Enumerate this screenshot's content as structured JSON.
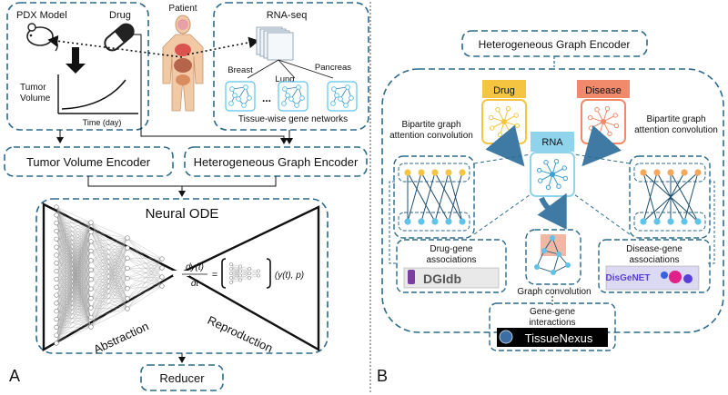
{
  "panel_a": {
    "label": "A",
    "pdx_model": "PDX Model",
    "drug": "Drug",
    "patient": "Patient",
    "rna_seq": "RNA-seq",
    "tissues": {
      "breast": "Breast",
      "lung": "Lung",
      "pancreas": "Pancreas",
      "dots": "..."
    },
    "tissue_networks": "Tissue-wise gene networks",
    "tumor_volume": [
      "Tumor",
      "Volume"
    ],
    "time_axis": "Time (day)",
    "tumor_volume_encoder": "Tumor Volume Encoder",
    "hetero_graph_encoder": "Heterogeneous Graph Encoder",
    "neural_ode": "Neural ODE",
    "abstraction": "Abstraction",
    "reproduction": "Reproduction",
    "equation": {
      "numerator": "dy(t)",
      "denominator": "dt",
      "equals": "=",
      "args": "(y(t), p)"
    },
    "reducer": "Reducer"
  },
  "panel_b": {
    "label": "B",
    "title": "Heterogeneous Graph Encoder",
    "drug": "Drug",
    "disease": "Disease",
    "rna": "RNA",
    "bipartite_left": [
      "Bipartite graph",
      "attention convolution"
    ],
    "bipartite_right": [
      "Bipartite graph",
      "attention convolution"
    ],
    "drug_gene": [
      "Drug-gene",
      "associations"
    ],
    "disease_gene": [
      "Disease-gene",
      "associations"
    ],
    "graph_convolution": "Graph convolution",
    "gene_gene": [
      "Gene-gene",
      "interactions"
    ],
    "dgidb_logo": "DGIdb",
    "disgenet_logo": "DisGeNET",
    "tissuenexus_logo": "TissueNexus"
  },
  "colors": {
    "dash_box": "#2c6a8c",
    "drug_box": "#f5c542",
    "disease_box": "#f08a6a",
    "rna_box": "#8fd3ec",
    "node_blue": "#5fc3ea",
    "node_orange": "#f5a85a",
    "arrow_blue": "#3e7aa3"
  }
}
